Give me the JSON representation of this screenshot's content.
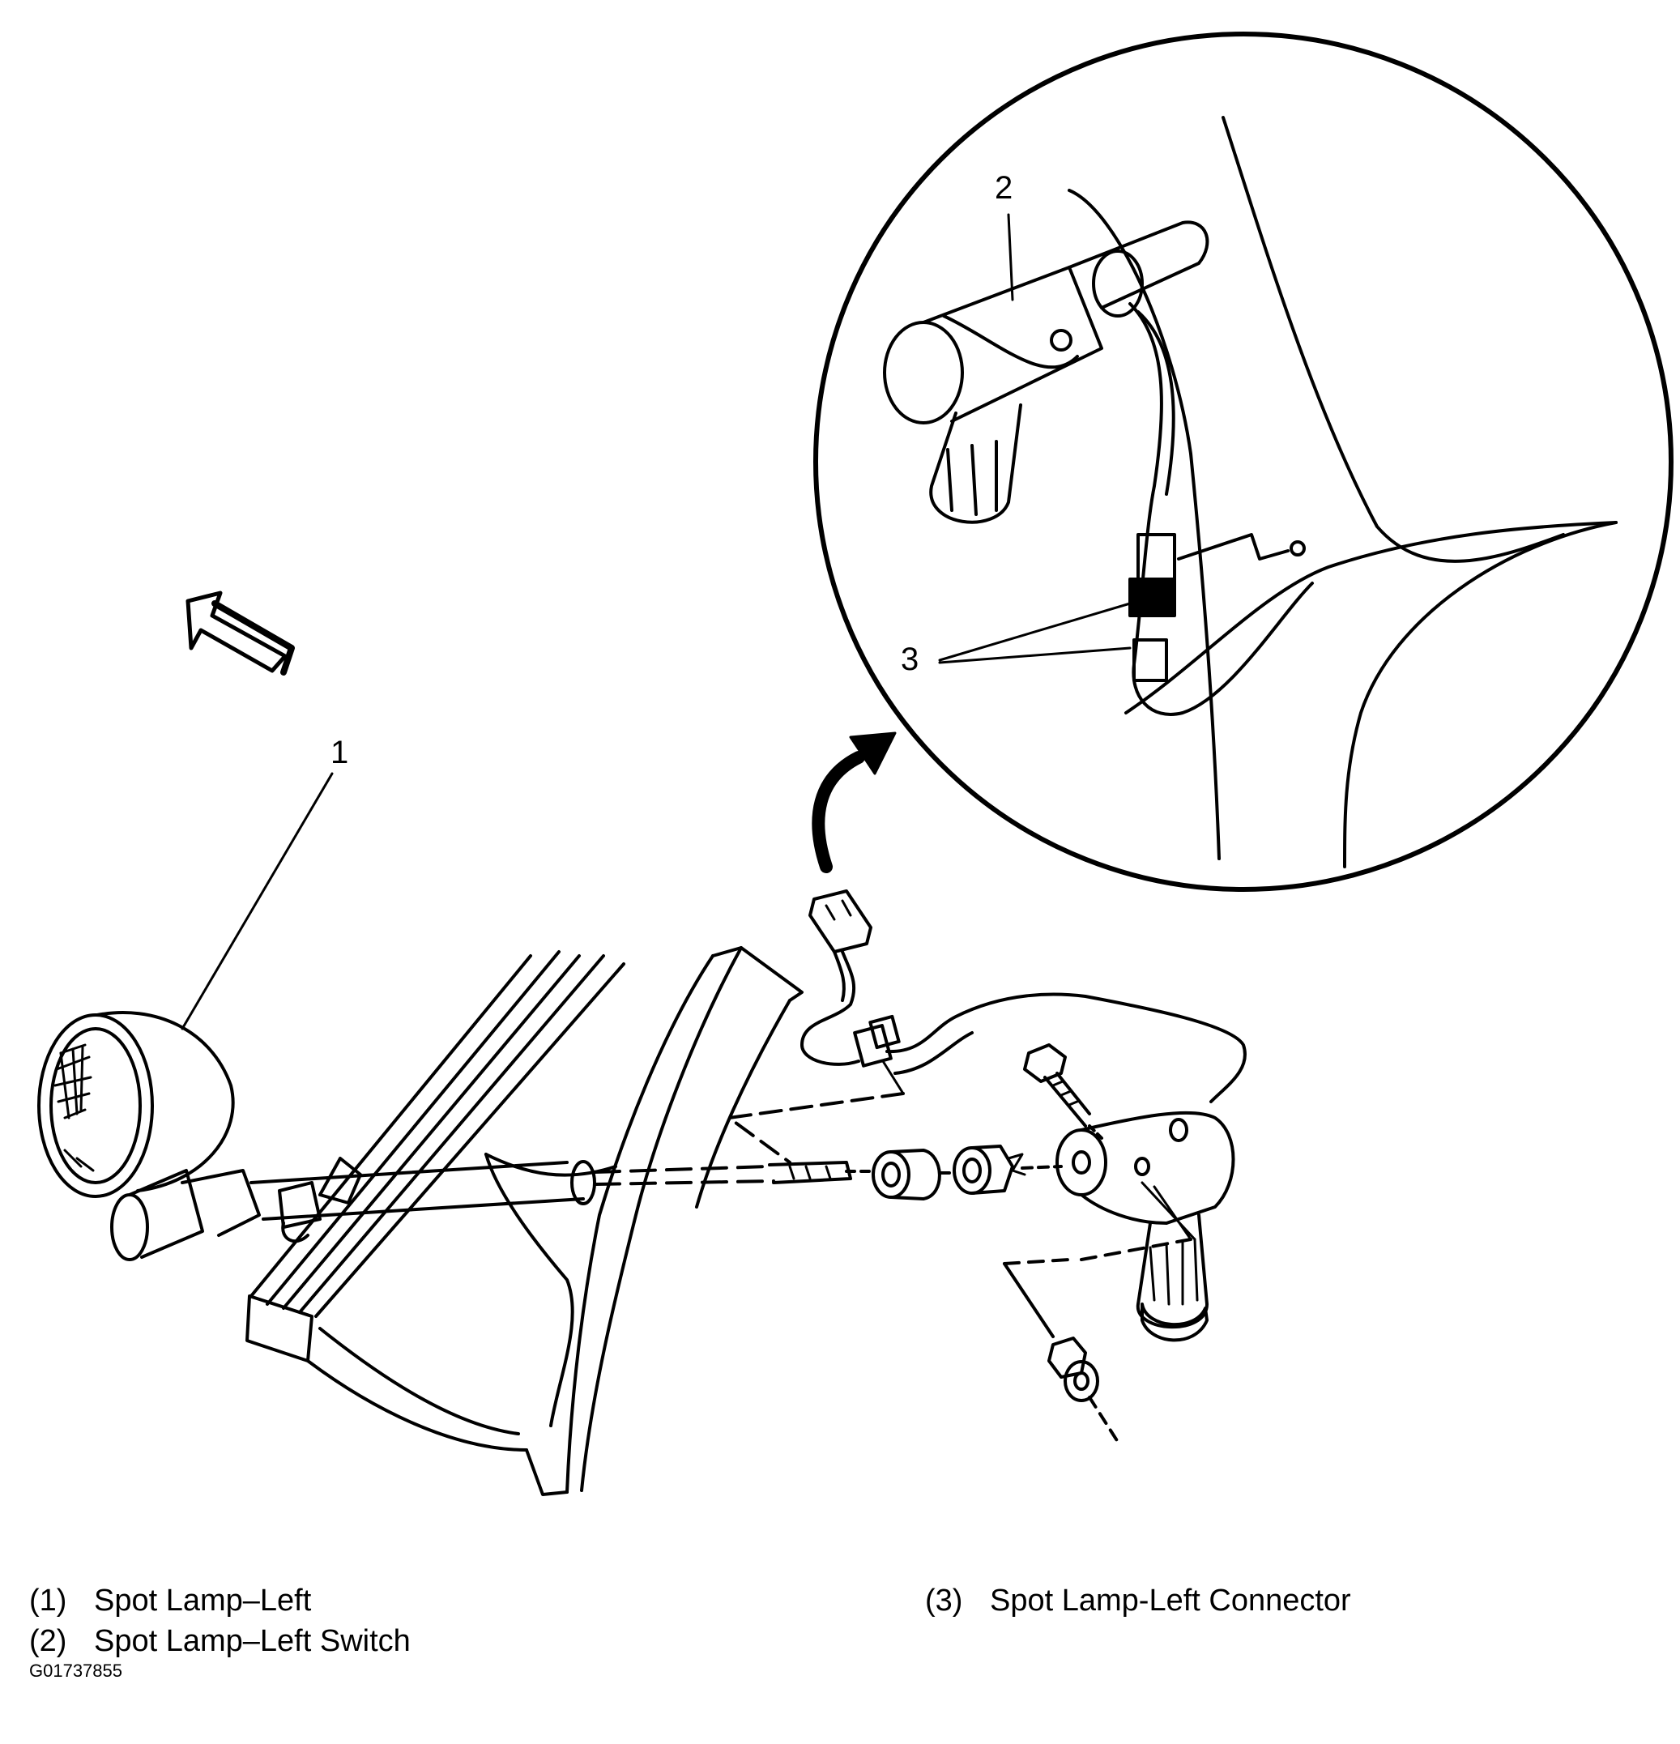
{
  "callouts": {
    "c1": "1",
    "c2": "2",
    "c3": "3"
  },
  "legend": [
    {
      "num": "(1)",
      "label": "Spot Lamp–Left"
    },
    {
      "num": "(2)",
      "label": "Spot Lamp–Left Switch"
    },
    {
      "num": "(3)",
      "label": "Spot Lamp-Left Connector"
    }
  ],
  "figure_id": "G01737855"
}
